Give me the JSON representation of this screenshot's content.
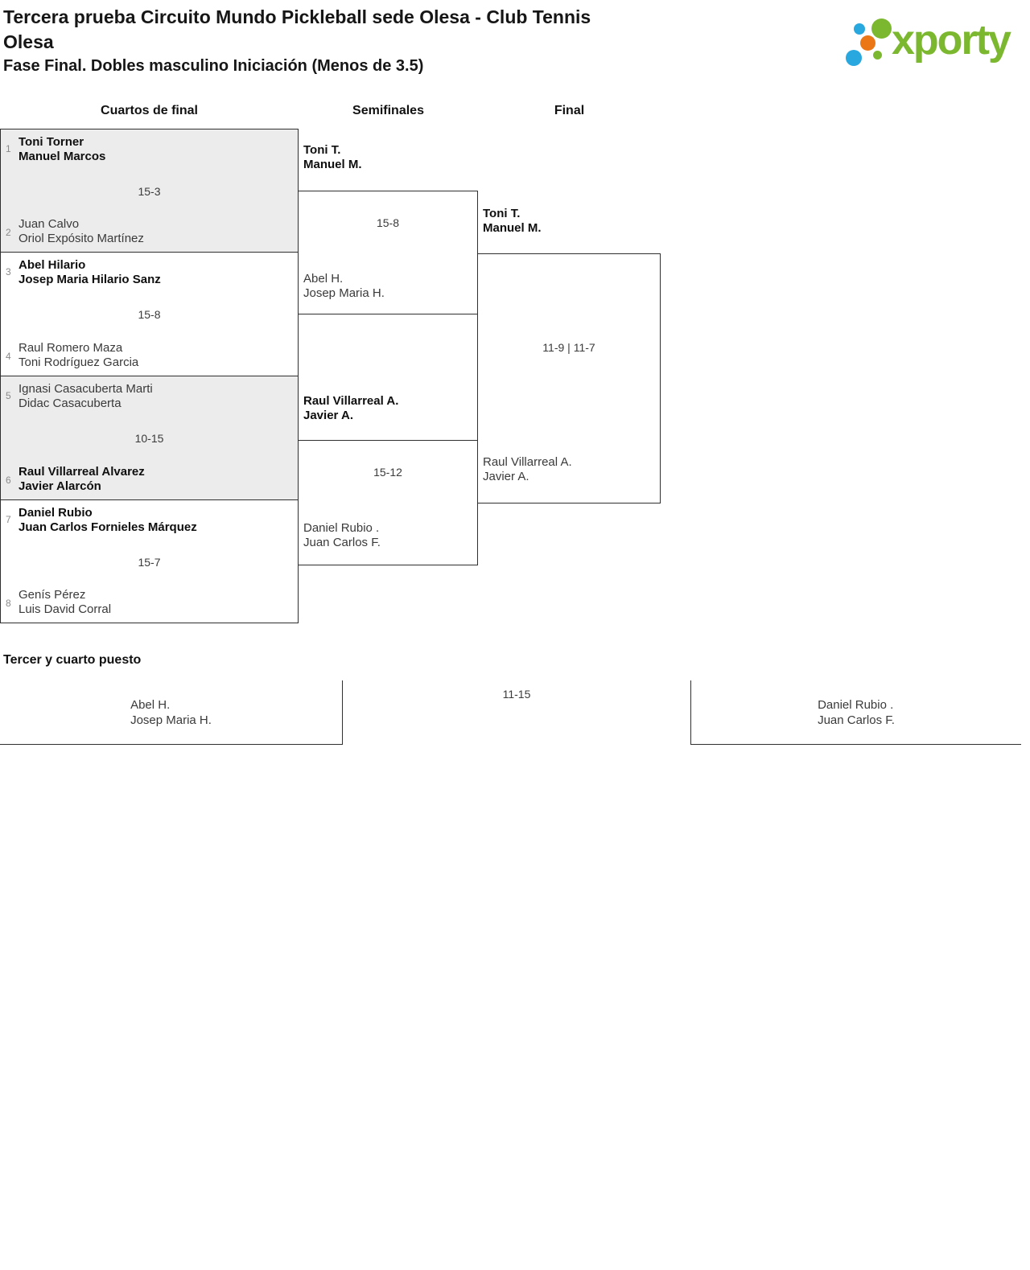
{
  "header": {
    "title_lines": [
      "Tercera prueba Circuito Mundo Pickleball sede Olesa - Club Tennis",
      "Olesa"
    ],
    "subtitle": "Fase Final. Dobles masculino Iniciación (Menos de 3.5)",
    "logo_text": "xporty"
  },
  "colors": {
    "brand_green": "#7cb82f",
    "brand_blue": "#29a8df",
    "brand_orange": "#ea7615",
    "box_border": "#2f2f2f",
    "shaded_box_background": "#ececec",
    "text_regular": "#3a3a3a",
    "text_winner": "#0f0f0f",
    "seed_gray": "#8a8a8a"
  },
  "bracket": {
    "round_headers": [
      "Cuartos de final",
      "Semifinales",
      "Final"
    ],
    "quarterfinals": [
      {
        "shaded": true,
        "seed_top": "1",
        "team_top": [
          "Toni Torner",
          "Manuel Marcos"
        ],
        "top_winner": true,
        "score": "15-3",
        "seed_bottom": "2",
        "team_bottom": [
          "Juan Calvo",
          "Oriol Expósito Martínez"
        ],
        "bottom_winner": false
      },
      {
        "shaded": false,
        "seed_top": "3",
        "team_top": [
          "Abel Hilario",
          "Josep Maria Hilario Sanz"
        ],
        "top_winner": true,
        "score": "15-8",
        "seed_bottom": "4",
        "team_bottom": [
          "Raul Romero Maza",
          "Toni Rodríguez Garcia"
        ],
        "bottom_winner": false
      },
      {
        "shaded": true,
        "seed_top": "5",
        "team_top": [
          "Ignasi Casacuberta Marti",
          "Didac Casacuberta"
        ],
        "top_winner": false,
        "score": "10-15",
        "seed_bottom": "6",
        "team_bottom": [
          "Raul Villarreal Alvarez",
          "Javier Alarcón"
        ],
        "bottom_winner": true
      },
      {
        "shaded": false,
        "seed_top": "7",
        "team_top": [
          "Daniel Rubio",
          "Juan Carlos Fornieles Márquez"
        ],
        "top_winner": true,
        "score": "15-7",
        "seed_bottom": "8",
        "team_bottom": [
          "Genís Pérez",
          "Luis David Corral"
        ],
        "bottom_winner": false
      }
    ],
    "semifinals": [
      {
        "team_top": [
          "Toni T.",
          "Manuel M."
        ],
        "top_winner": true,
        "score": "15-8",
        "team_bottom": [
          "Abel H.",
          "Josep Maria H."
        ],
        "bottom_winner": false
      },
      {
        "team_top": [
          "Raul Villarreal A.",
          "Javier A."
        ],
        "top_winner": true,
        "score": "15-12",
        "team_bottom": [
          "Daniel Rubio .",
          "Juan Carlos F."
        ],
        "bottom_winner": false
      }
    ],
    "final": {
      "team_top": [
        "Toni T.",
        "Manuel M."
      ],
      "top_winner": true,
      "score": "11-9 | 11-7",
      "team_bottom": [
        "Raul Villarreal A.",
        "Javier A."
      ],
      "bottom_winner": false
    }
  },
  "third_place": {
    "heading": "Tercer y cuarto puesto",
    "team_left": [
      "Abel H.",
      "Josep Maria H."
    ],
    "left_winner": false,
    "score": "11-15",
    "team_right": [
      "Daniel Rubio .",
      "Juan Carlos F."
    ],
    "right_winner": false
  }
}
